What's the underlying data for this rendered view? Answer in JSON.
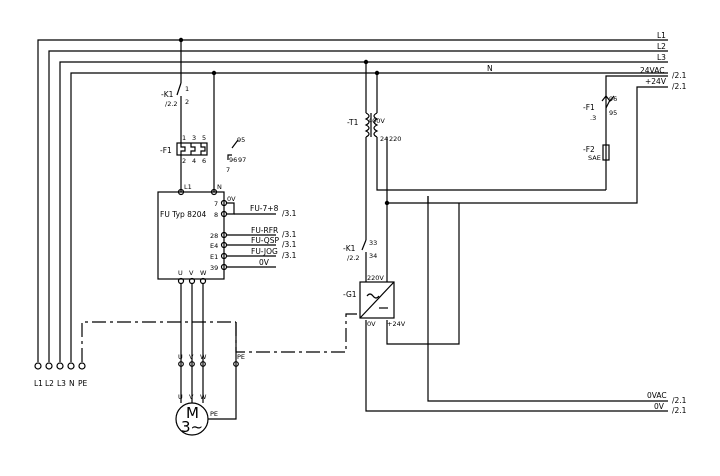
{
  "rails": {
    "l1": "L1",
    "l2": "L2",
    "l3": "L3",
    "n": "N",
    "v24ac": "24VAC",
    "v24": "+24V",
    "v0ac": "0VAC",
    "v0": "0V",
    "ref_21": "/2.1"
  },
  "terminals": {
    "l1": "L1",
    "l2": "L2",
    "l3": "L3",
    "n": "N",
    "pe": "PE"
  },
  "contactor": {
    "tag": "-K1",
    "ref": "/2.2",
    "pin1": "1",
    "pin2": "2",
    "pin33": "33",
    "pin34": "34"
  },
  "breaker": {
    "tag": "-F1",
    "pins_top": [
      "1",
      "3",
      "5"
    ],
    "pins_bottom": [
      "2",
      "4",
      "6"
    ],
    "aux_95": "95",
    "aux_96": "96",
    "aux_97": "97",
    "aux_7": "7"
  },
  "converter": {
    "title": "FU Typ 8204",
    "in_l1": "L1",
    "in_n": "N",
    "zero_v": "0V",
    "pins": {
      "p7": "7",
      "p8": "8",
      "p28": "28",
      "e4": "E4",
      "e1": "E1",
      "p39": "39"
    },
    "out_u": "U",
    "out_v": "V",
    "out_w": "W"
  },
  "signals": {
    "fu78": "FU-7+8",
    "fu_rfr": "FU-RFR",
    "fu_qsp": "FU-QSP",
    "fu_jog": "FU-JOG",
    "zero_v": "0V",
    "ref_31": "/3.1"
  },
  "transformer": {
    "tag": "-T1",
    "primary": "400V",
    "pin24": "24",
    "secondary": "220"
  },
  "control_fuses": {
    "f1_tag": "-F1",
    "f1_ref": ".3",
    "f1_96": "96",
    "f1_95": "95",
    "f2_tag": "-F2",
    "f2_rating": "SAE"
  },
  "power_supply": {
    "tag": "-G1",
    "in": "220V",
    "out_0v": "0V",
    "out_24v": "+24V"
  },
  "motor": {
    "tag": "M",
    "phases": "3~",
    "u": "U",
    "v": "V",
    "w": "W",
    "pe": "PE"
  }
}
